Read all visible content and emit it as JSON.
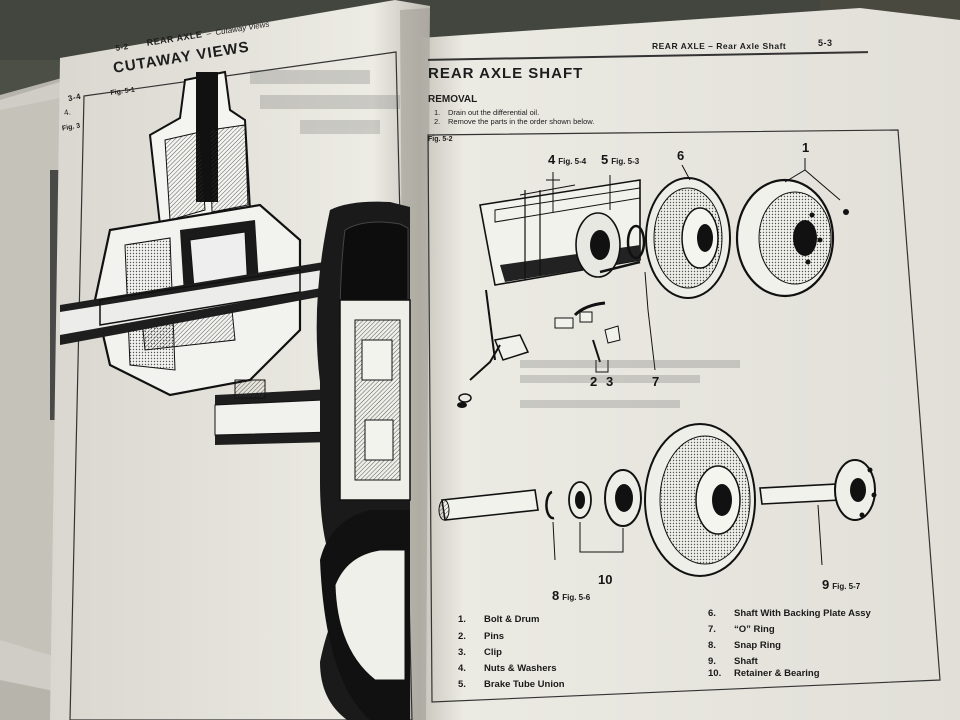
{
  "left_page": {
    "header_page_num": "5-2",
    "header_title": "REAR AXLE",
    "header_subtitle": "Cutaway Views",
    "section_title": "CUTAWAY VIEWS",
    "figure_label": "Fig. 5-1"
  },
  "back_page": {
    "page_num": "3-4",
    "item": "4.",
    "figure_label": "Fig. 3"
  },
  "right_page": {
    "header_title": "REAR AXLE – Rear Axle Shaft",
    "header_page_num": "5-3",
    "section_title": "REAR AXLE SHAFT",
    "subsection": "REMOVAL",
    "steps": [
      {
        "num": "1.",
        "text": "Drain out the differential oil."
      },
      {
        "num": "2.",
        "text": "Remove the parts in the order shown below."
      }
    ],
    "figure_label": "Fig. 5-2"
  },
  "callouts": [
    {
      "num": "4",
      "ref": "Fig. 5-4"
    },
    {
      "num": "5",
      "ref": "Fig. 5-3"
    },
    {
      "num": "6",
      "ref": ""
    },
    {
      "num": "1",
      "ref": ""
    },
    {
      "num": "2",
      "ref": ""
    },
    {
      "num": "3",
      "ref": ""
    },
    {
      "num": "7",
      "ref": ""
    },
    {
      "num": "8",
      "ref": "Fig. 5-6"
    },
    {
      "num": "10",
      "ref": ""
    },
    {
      "num": "9",
      "ref": "Fig. 5-7"
    }
  ],
  "legend": [
    {
      "num": "1.",
      "label": "Bolt & Drum"
    },
    {
      "num": "2.",
      "label": "Pins"
    },
    {
      "num": "3.",
      "label": "Clip"
    },
    {
      "num": "4.",
      "label": "Nuts & Washers"
    },
    {
      "num": "5.",
      "label": "Brake Tube Union"
    },
    {
      "num": "6.",
      "label": "Shaft With Backing Plate Assy"
    },
    {
      "num": "7.",
      "label": "“O” Ring"
    },
    {
      "num": "8.",
      "label": "Snap Ring"
    },
    {
      "num": "9.",
      "label": "Shaft"
    },
    {
      "num": "10.",
      "label": "Retainer & Bearing"
    }
  ]
}
